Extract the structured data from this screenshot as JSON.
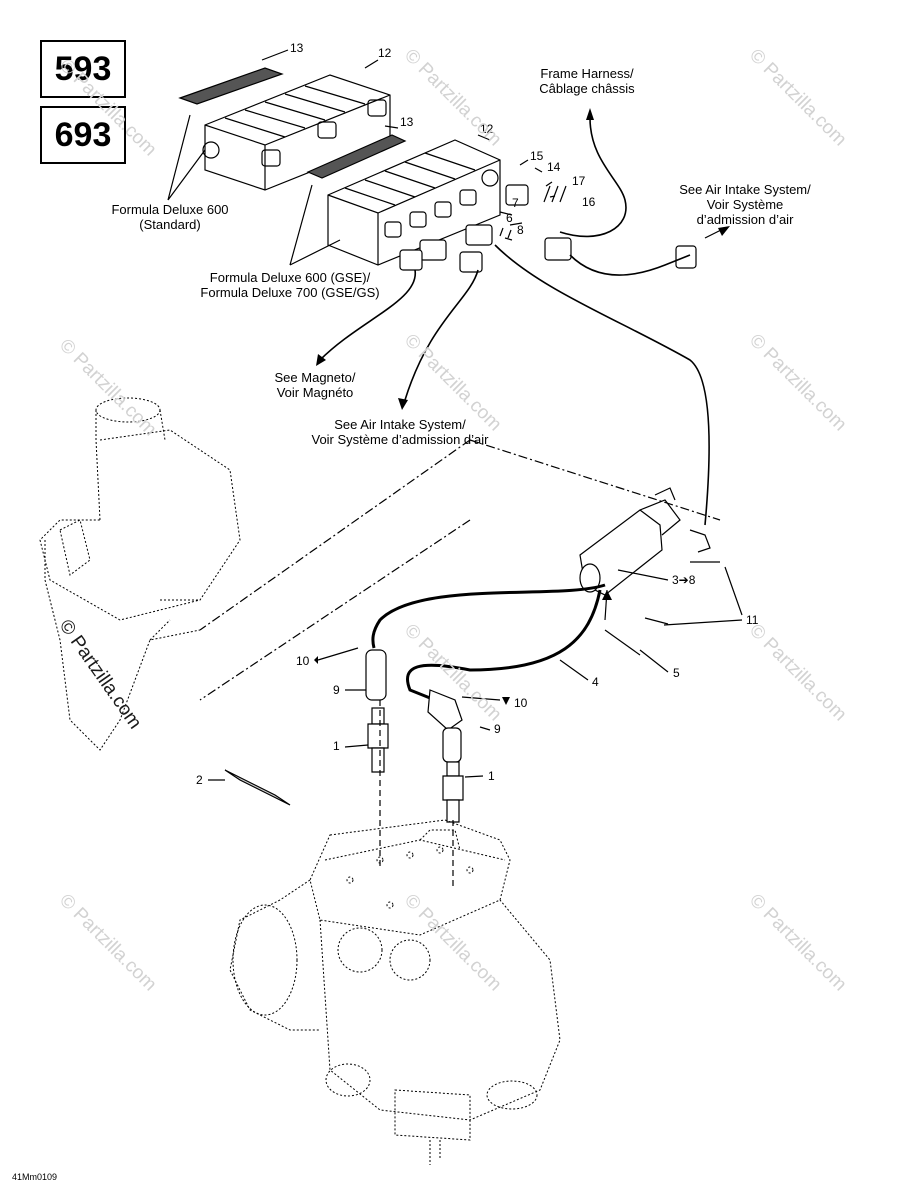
{
  "model_codes": [
    "593",
    "693"
  ],
  "labels": {
    "frame_harness": [
      "Frame Harness/",
      "Câblage châssis"
    ],
    "air_intake_right": [
      "See Air Intake System/",
      "Voir Système",
      "d’admission d’air"
    ],
    "formula_standard": [
      "Formula Deluxe 600",
      "(Standard)"
    ],
    "formula_gse": [
      "Formula Deluxe 600 (GSE)/",
      "Formula Deluxe 700 (GSE/GS)"
    ],
    "magneto": [
      "See Magneto/",
      "Voir Magnéto"
    ],
    "air_intake_center": [
      "See Air Intake System/",
      "Voir Système d’admission d’air"
    ]
  },
  "callouts": {
    "n13a": "13",
    "n12a": "12",
    "n13b": "13",
    "n12b": "12",
    "n15": "15",
    "n14": "14",
    "n17": "17",
    "n16": "16",
    "n7": "7",
    "n6": "6",
    "n8": "8",
    "n3to8": "3➔8",
    "n11": "11",
    "n5": "5",
    "n4": "4",
    "n10a": "10",
    "n10b": "10",
    "n9a": "9",
    "n9b": "9",
    "n1a": "1",
    "n1b": "1",
    "n2": "2"
  },
  "reference_code": "41Mm0109",
  "watermarks": {
    "light": "© Partzilla.com",
    "dark": "© Partzilla.com"
  }
}
